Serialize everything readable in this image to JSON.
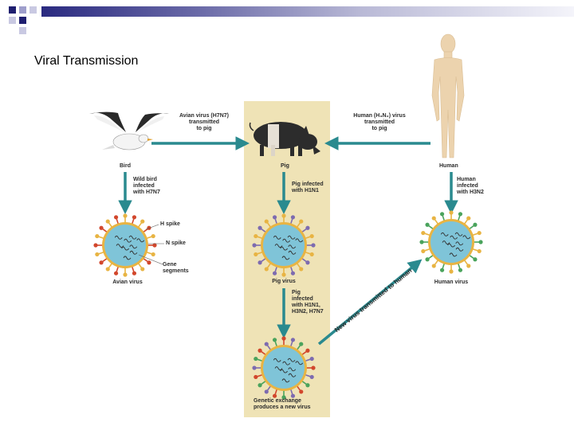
{
  "slide": {
    "title": "Viral Transmission"
  },
  "figure": {
    "organisms": {
      "bird": "Bird",
      "pig": "Pig",
      "human": "Human"
    },
    "transmission": {
      "avian_to_pig": "Avian virus (H7N7)\ntransmitted\nto pig",
      "human_to_pig": "Human (H₃N₂) virus\ntransmitted\nto pig",
      "new_to_human": "New virus transmitted to human"
    },
    "infection": {
      "bird": "Wild bird\ninfected\nwith H7N7",
      "pig": "Pig infected\nwith H1N1",
      "human": "Human\ninfected\nwith H3N2",
      "pig_mixed": "Pig\ninfected\nwith H1N1,\nH3N2, H7N7"
    },
    "viruses": {
      "avian": "Avian virus",
      "pig": "Pig virus",
      "human": "Human virus",
      "new": "Genetic exchange\nproduces a new virus"
    },
    "parts": {
      "h_spike": "H spike",
      "n_spike": "N spike",
      "gene_segments": "Gene\nsegments"
    },
    "colors": {
      "arrow": "#2a8a8f",
      "pig_column": "#efe3b6",
      "virus_core": "#7fc4d8",
      "avian_spike": "#d2472c",
      "pig_spike": "#7d6bb0",
      "human_spike": "#4aa35c",
      "envelope": "#e8b443",
      "human_skin": "#ecd3ae"
    },
    "icons": [
      "bird-icon",
      "pig-icon",
      "human-icon",
      "virus-icon"
    ]
  }
}
